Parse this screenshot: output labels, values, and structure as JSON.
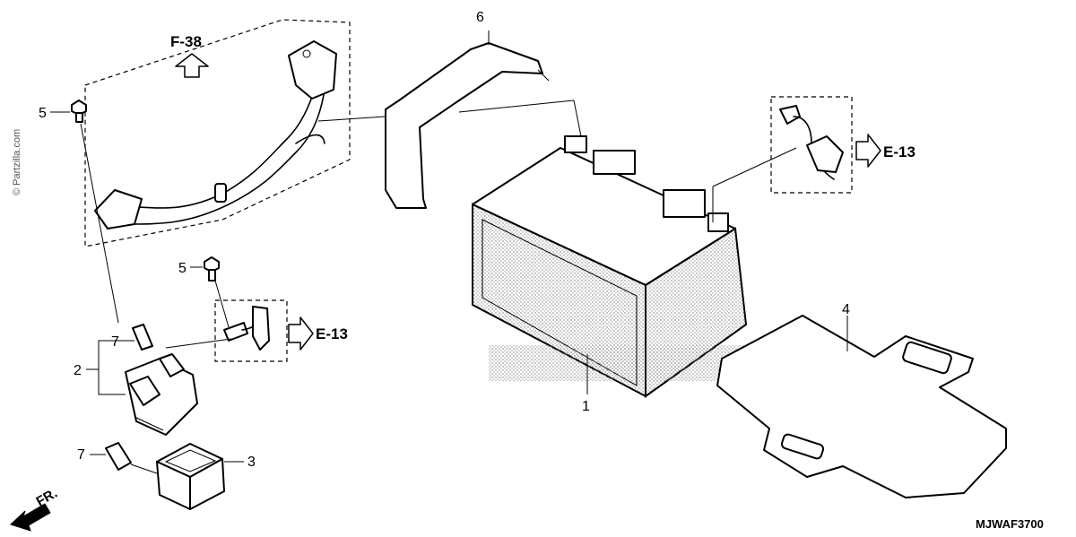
{
  "diagram": {
    "catalog_code": "MJWAF3700",
    "watermark": "© Partzilla.com",
    "front_indicator": "FR.",
    "references": [
      {
        "id": "ref-f38",
        "label": "F-38"
      },
      {
        "id": "ref-e13-upper",
        "label": "E-13"
      },
      {
        "id": "ref-e13-lower",
        "label": "E-13"
      }
    ],
    "callouts": [
      {
        "id": "callout-1",
        "label": "1"
      },
      {
        "id": "callout-2",
        "label": "2"
      },
      {
        "id": "callout-3",
        "label": "3"
      },
      {
        "id": "callout-4",
        "label": "4"
      },
      {
        "id": "callout-5-upper",
        "label": "5"
      },
      {
        "id": "callout-5-lower",
        "label": "5"
      },
      {
        "id": "callout-6",
        "label": "6"
      },
      {
        "id": "callout-7-upper",
        "label": "7"
      },
      {
        "id": "callout-7-lower",
        "label": "7"
      }
    ]
  }
}
